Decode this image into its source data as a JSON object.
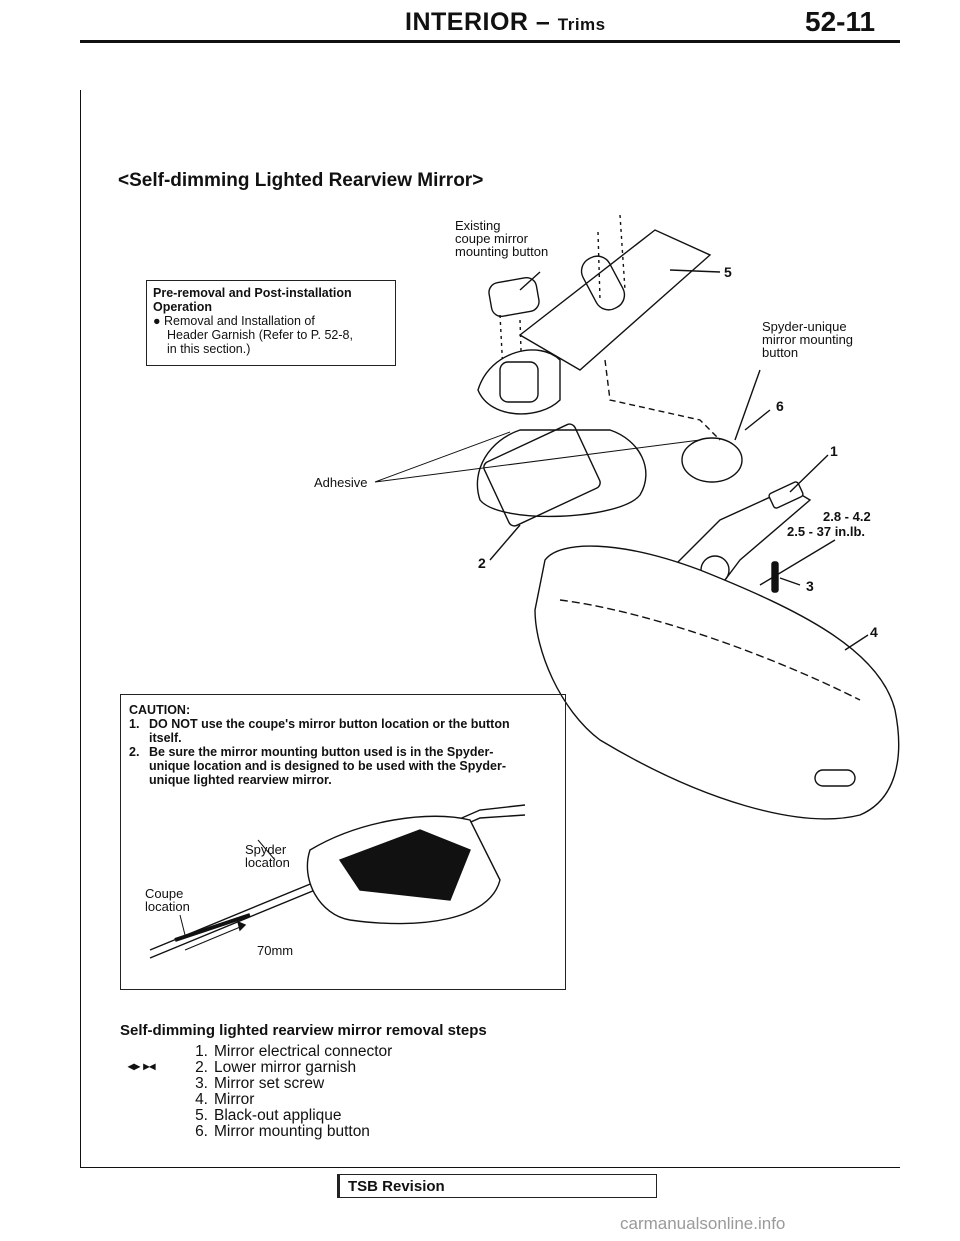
{
  "header": {
    "title": "INTERIOR",
    "dash": "–",
    "subtitle": "Trims",
    "page_number": "52-11"
  },
  "section_title": "<Self-dimming Lighted Rearview Mirror>",
  "pre_removal": {
    "heading_line1": "Pre-removal and Post-installation",
    "heading_line2": "Operation",
    "item_line1": "● Removal and Installation of",
    "item_line2": "Header Garnish (Refer to P. 52-8,",
    "item_line3": "in this section.)"
  },
  "callouts": {
    "existing_line1": "Existing",
    "existing_line2": "coupe mirror",
    "existing_line3": "mounting button",
    "spyder_line1": "Spyder-unique",
    "spyder_line2": "mirror mounting",
    "spyder_line3": "button",
    "adhesive": "Adhesive",
    "torque_nm": "2.8 - 4.2",
    "torque_inlb": "2.5 - 37 in.lb.",
    "n1": "1",
    "n2": "2",
    "n3": "3",
    "n4": "4",
    "n5": "5",
    "n6": "6"
  },
  "caution": {
    "heading": "CAUTION:",
    "item1_num": "1.",
    "item1_line1": "DO NOT use the coupe's mirror button location or the button",
    "item1_line2": "itself.",
    "item2_num": "2.",
    "item2_line1": "Be sure the mirror mounting button used is in the Spyder-",
    "item2_line2": "unique location and is designed to be used with the Spyder-",
    "item2_line3": "unique lighted rearview mirror.",
    "spyder_loc_line1": "Spyder",
    "spyder_loc_line2": "location",
    "coupe_loc_line1": "Coupe",
    "coupe_loc_line2": "location",
    "dimension": "70mm"
  },
  "steps": {
    "title": "Self-dimming lighted rearview mirror removal steps",
    "marker": "◂▸ ▸◂",
    "items": [
      {
        "n": "1.",
        "label": "Mirror electrical connector"
      },
      {
        "n": "2.",
        "label": "Lower mirror garnish"
      },
      {
        "n": "3.",
        "label": "Mirror set screw"
      },
      {
        "n": "4.",
        "label": "Mirror"
      },
      {
        "n": "5.",
        "label": "Black-out applique"
      },
      {
        "n": "6.",
        "label": "Mirror mounting button"
      }
    ]
  },
  "footer": {
    "label": "TSB Revision"
  },
  "watermark": "carmanualsonline.info"
}
